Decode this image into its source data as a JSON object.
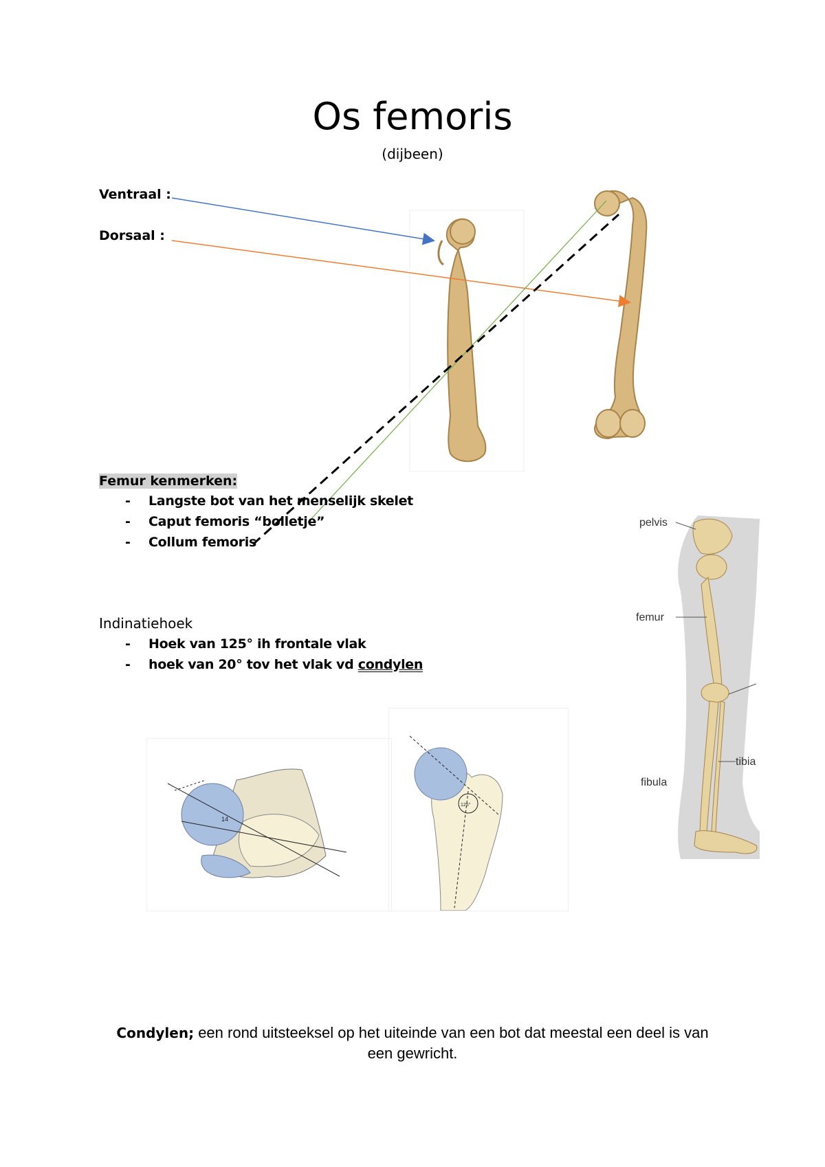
{
  "page": {
    "title": "Os femoris",
    "subtitle": "(dijbeen)"
  },
  "views": {
    "ventral_label": "Ventraal :",
    "dorsal_label": "Dorsaal :"
  },
  "features": {
    "heading": "Femur kenmerken:",
    "items": [
      "Langste bot van het menselijk skelet",
      "Caput femoris “bolletje”",
      "Collum femoris"
    ]
  },
  "angle": {
    "heading": "Indinatiehoek",
    "item1": "Hoek van 125°  ih frontale vlak",
    "item2_prefix": "hoek van 20° tov het vlak vd ",
    "item2_underlined": "condylen"
  },
  "skeleton": {
    "labels": {
      "pelvis": "pelvis",
      "femur": "femur",
      "tibia": "tibia",
      "fibula": "fibula"
    }
  },
  "diagrams": {
    "left_angle_label": "14",
    "right_angle_label": "125°"
  },
  "definition": {
    "term": "Condylen;",
    "text": " een rond uitsteeksel op het uiteinde van een bot dat meestal een deel is van een gewricht."
  },
  "colors": {
    "ventral_arrow": "#4472c4",
    "dorsal_arrow": "#ed7d31",
    "green_line": "#70ad47",
    "bone": "#d9b880",
    "bone_dark": "#a7834a",
    "cartilage": "#a9bfe0",
    "shadow": "#d8d8d8"
  }
}
